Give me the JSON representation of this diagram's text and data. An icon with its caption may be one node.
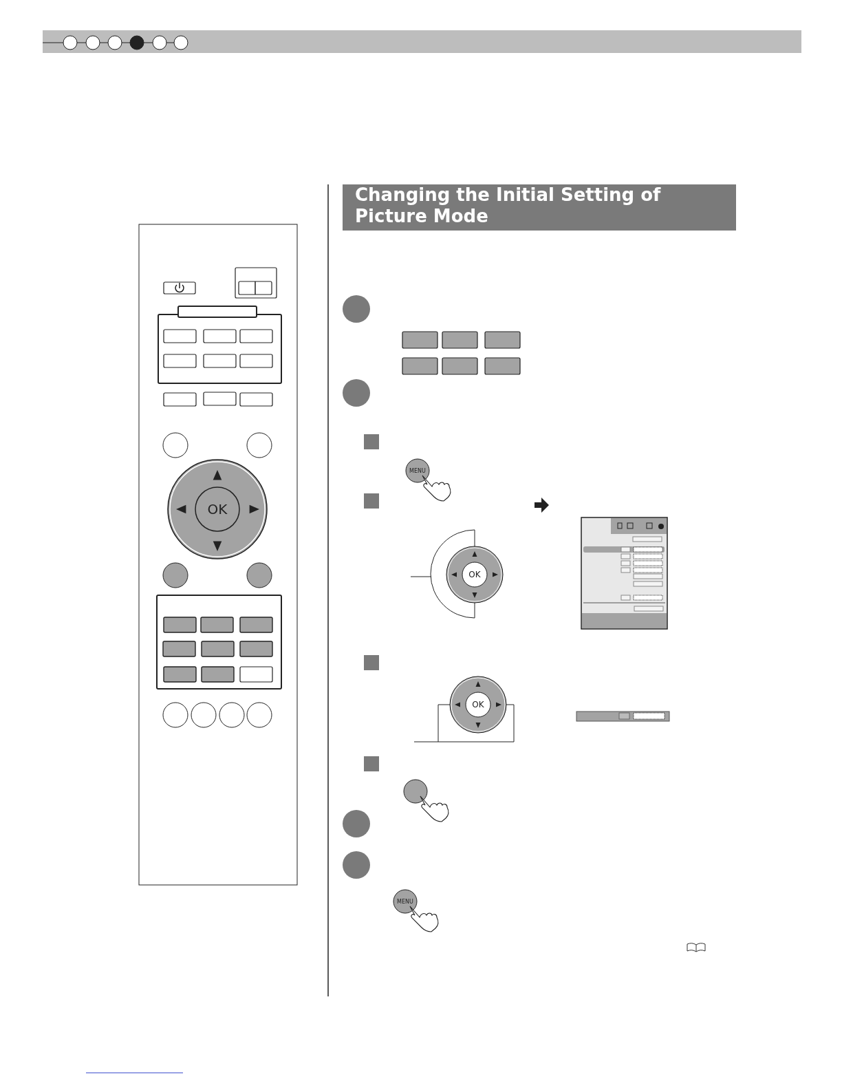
{
  "diagram": {
    "title": "Changing the Initial Setting of Picture Mode",
    "labels": [
      "OK",
      "MENU",
      "OK",
      "OK",
      "MENU"
    ]
  }
}
